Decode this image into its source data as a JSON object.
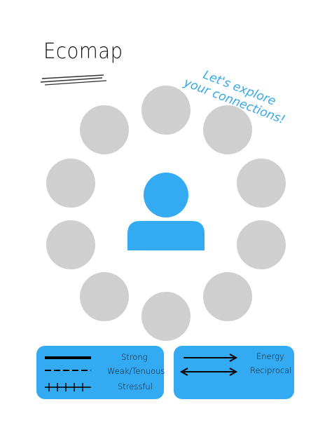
{
  "title": "Ecomap",
  "tagline": {
    "line1": "Let's explore",
    "line2": "your connections!"
  },
  "colors": {
    "accent": "#34aaf3",
    "node": "#cfcfcf",
    "tagline": "#35a8e6"
  },
  "connection_nodes": [
    "empty",
    "empty",
    "empty",
    "empty",
    "empty",
    "empty",
    "empty",
    "empty",
    "empty",
    "empty"
  ],
  "center": {
    "icon": "person-icon"
  },
  "legend": {
    "lines": [
      {
        "label": "Strong",
        "style": "solid-thick"
      },
      {
        "label": "Weak/Tenuous",
        "style": "dashed"
      },
      {
        "label": "Stressful",
        "style": "hatched"
      }
    ],
    "arrows": [
      {
        "label": "Energy",
        "style": "single-arrow"
      },
      {
        "label": "Reciprocal",
        "style": "double-arrow"
      }
    ]
  }
}
